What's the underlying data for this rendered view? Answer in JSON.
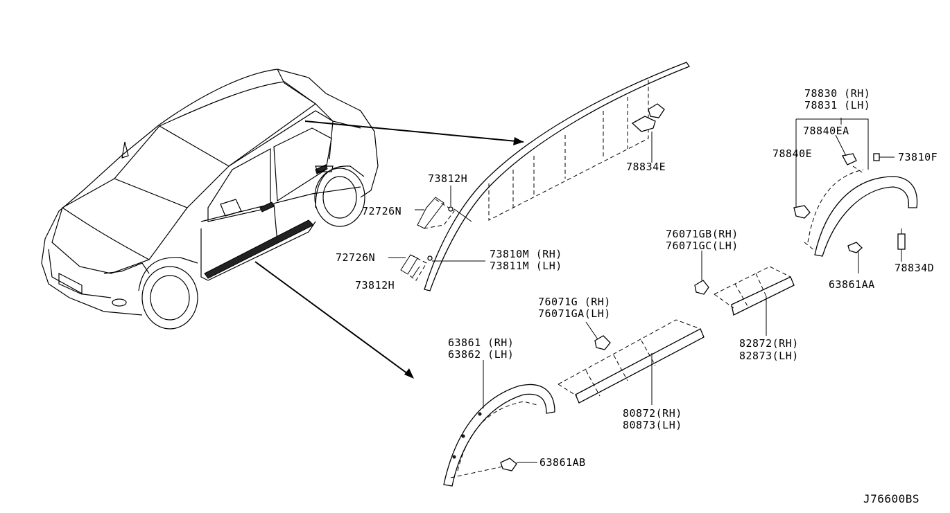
{
  "diagram_id": "J76600BS",
  "labels": {
    "p73812h_top": "73812H",
    "p72726n_top": "72726N",
    "p72726n_bot": "72726N",
    "p73812h_bot": "73812H",
    "p73810m": "73810M (RH)",
    "p73811m": "73811M (LH)",
    "p78834e": "78834E",
    "p78830": "78830 (RH)",
    "p78831": "78831 (LH)",
    "p78840ea": "78840EA",
    "p78840e": "78840E",
    "p73810f": "73810F",
    "p78834d": "78834D",
    "p63861aa": "63861AA",
    "p76071gb": "76071GB(RH)",
    "p76071gc": "76071GC(LH)",
    "p76071g": "76071G  (RH)",
    "p76071ga": "76071GA(LH)",
    "p82872": "82872(RH)",
    "p82873": "82873(LH)",
    "p63861": "63861 (RH)",
    "p63862": "63862 (LH)",
    "p80872": "80872(RH)",
    "p80873": "80873(LH)",
    "p63861ab": "63861AB"
  }
}
